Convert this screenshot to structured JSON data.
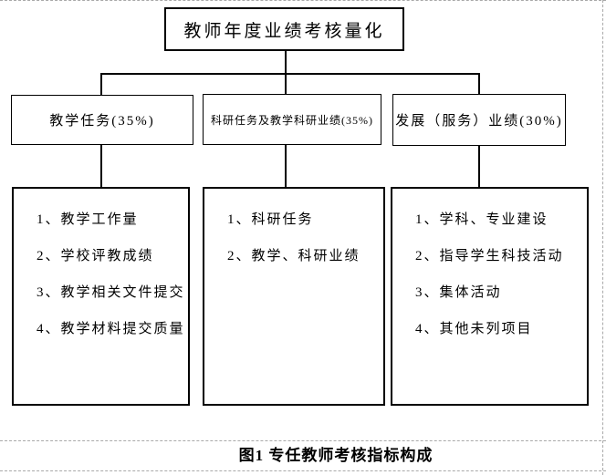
{
  "figure": {
    "root_label": "教师年度业绩考核量化",
    "branches": [
      {
        "header": "教学任务(35%)",
        "items": [
          "1、教学工作量",
          "2、学校评教成绩",
          "3、教学相关文件提交",
          "4、教学材料提交质量"
        ]
      },
      {
        "header": "科研任务及教学科研业绩(35%)",
        "items": [
          "1、科研任务",
          "2、教学、科研业绩"
        ]
      },
      {
        "header": "发展（服务）业绩(30%)",
        "items": [
          "1、学科、专业建设",
          "2、指导学生科技活动",
          "3、集体活动",
          "4、其他未列项目"
        ]
      }
    ],
    "caption": "图1 专任教师考核指标构成"
  },
  "colors": {
    "background": "#ffffff",
    "line": "#000000",
    "text": "#000000",
    "dashed_border": "#a9a9a9"
  }
}
